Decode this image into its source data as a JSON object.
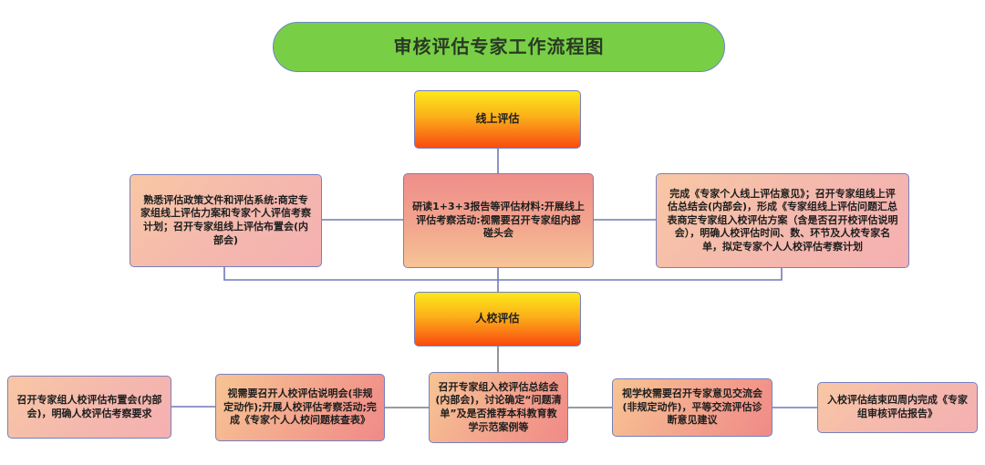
{
  "title": "审核评估专家工作流程图",
  "colors": {
    "title_fill": "#78cf45",
    "phase_gradient_top": "#fde81a",
    "phase_gradient_bottom": "#fa4a10",
    "box_border": "#7680bf",
    "connector": "#7079b8"
  },
  "phases": {
    "online": {
      "label": "线上评估",
      "steps": [
        "熟悉评估政策文件和评估系统:商定专家组线上评估力案和专家个人评信考察计划；召开专家组线上评估布置会(内部会)",
        "研读1+3+3报告等评估材料:开展线上评估考察活动:视需要召开专家组内部碰头会",
        "完成《专家个人线上评估意见》；召开专家组线上评估总结会(内部会)，形成《专家组线上评估问题汇总表商定专家组入校评估方案（含是否召开校评估说明会），明确人校评估时间、数、环节及人校专家名单，拟定专家个人人校评估考察计划"
      ]
    },
    "onsite": {
      "label": "人校评估",
      "steps": [
        "召开专家组人校评估布置会(内部会)，明确人校评估考察要求",
        "视需要召开人校评估说明会(非规定动作);开展人校评估考察活动;完成《专家个人人校问题核查表》",
        "召开专家组入校评估总结会(内部会)，讨论确定“问题清单”及是否推荐本科教育教学示范案例等",
        "视学校需要召开专家意见交流会(非规定动作)，平等交流评估诊断意见建议",
        "入校评估结束四周内完成《专家组审核评估报告》"
      ]
    }
  }
}
